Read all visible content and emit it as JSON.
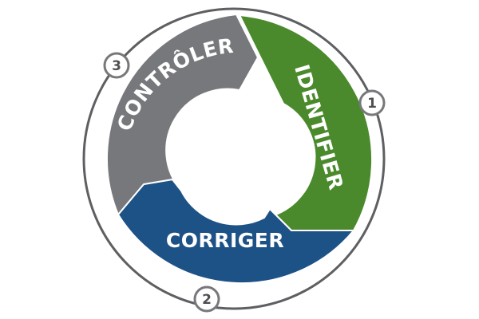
{
  "cycle": {
    "segments": [
      {
        "label": "IDENTIFIER",
        "color": "#4a8a2c",
        "step": "1"
      },
      {
        "label": "CORRIGER",
        "color": "#1d5287",
        "step": "2"
      },
      {
        "label": "CONTRÔLER",
        "color": "#77787b",
        "step": "3"
      }
    ],
    "outline_color": "#5d5f62",
    "badge_border_color": "#77787b",
    "badge_text_color": "#4d4f52"
  }
}
